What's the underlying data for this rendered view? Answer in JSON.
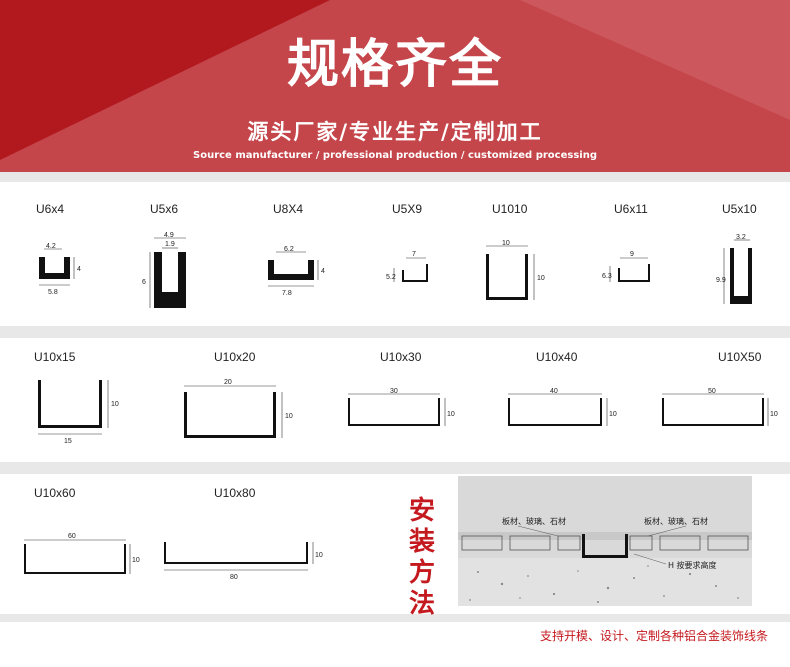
{
  "header": {
    "title": "规格齐全",
    "subtitle": "源头厂家/专业生产/定制加工",
    "subtitle_en": "Source manufacturer / professional production / customized processing"
  },
  "row1": [
    {
      "label": "U6x4",
      "dims": [
        "4.2",
        "4",
        "5.8"
      ]
    },
    {
      "label": "U5x6",
      "dims": [
        "4.9",
        "1.9",
        "6"
      ]
    },
    {
      "label": "U8X4",
      "dims": [
        "6.2",
        "4",
        "7.8"
      ]
    },
    {
      "label": "U5X9",
      "dims": [
        "7",
        "5.2"
      ]
    },
    {
      "label": "U1010",
      "dims": [
        "10",
        "10"
      ]
    },
    {
      "label": "U6x11",
      "dims": [
        "9",
        "6.3"
      ]
    },
    {
      "label": "U5x10",
      "dims": [
        "3.2",
        "9.9"
      ]
    }
  ],
  "row2": [
    {
      "label": "U10x15",
      "dims": [
        "10",
        "15"
      ]
    },
    {
      "label": "U10x20",
      "dims": [
        "20",
        "10"
      ]
    },
    {
      "label": "U10x30",
      "dims": [
        "30",
        "10"
      ]
    },
    {
      "label": "U10x40",
      "dims": [
        "40",
        "10"
      ]
    },
    {
      "label": "U10X50",
      "dims": [
        "50",
        "10"
      ]
    }
  ],
  "row3": [
    {
      "label": "U10x60",
      "dims": [
        "60",
        "10"
      ]
    },
    {
      "label": "U10x80",
      "dims": [
        "10",
        "80"
      ]
    }
  ],
  "install": {
    "title": "安装方法",
    "material_left": "板材、玻璃、石材",
    "material_right": "板材、玻璃、石材",
    "height_note": "H 按要求高度"
  },
  "footer": "支持开模、设计、定制各种铝合金装饰线条",
  "colors": {
    "brand_red": "#b2191f",
    "accent_red": "#c41a1f",
    "band_gray": "#e8e8e8"
  }
}
